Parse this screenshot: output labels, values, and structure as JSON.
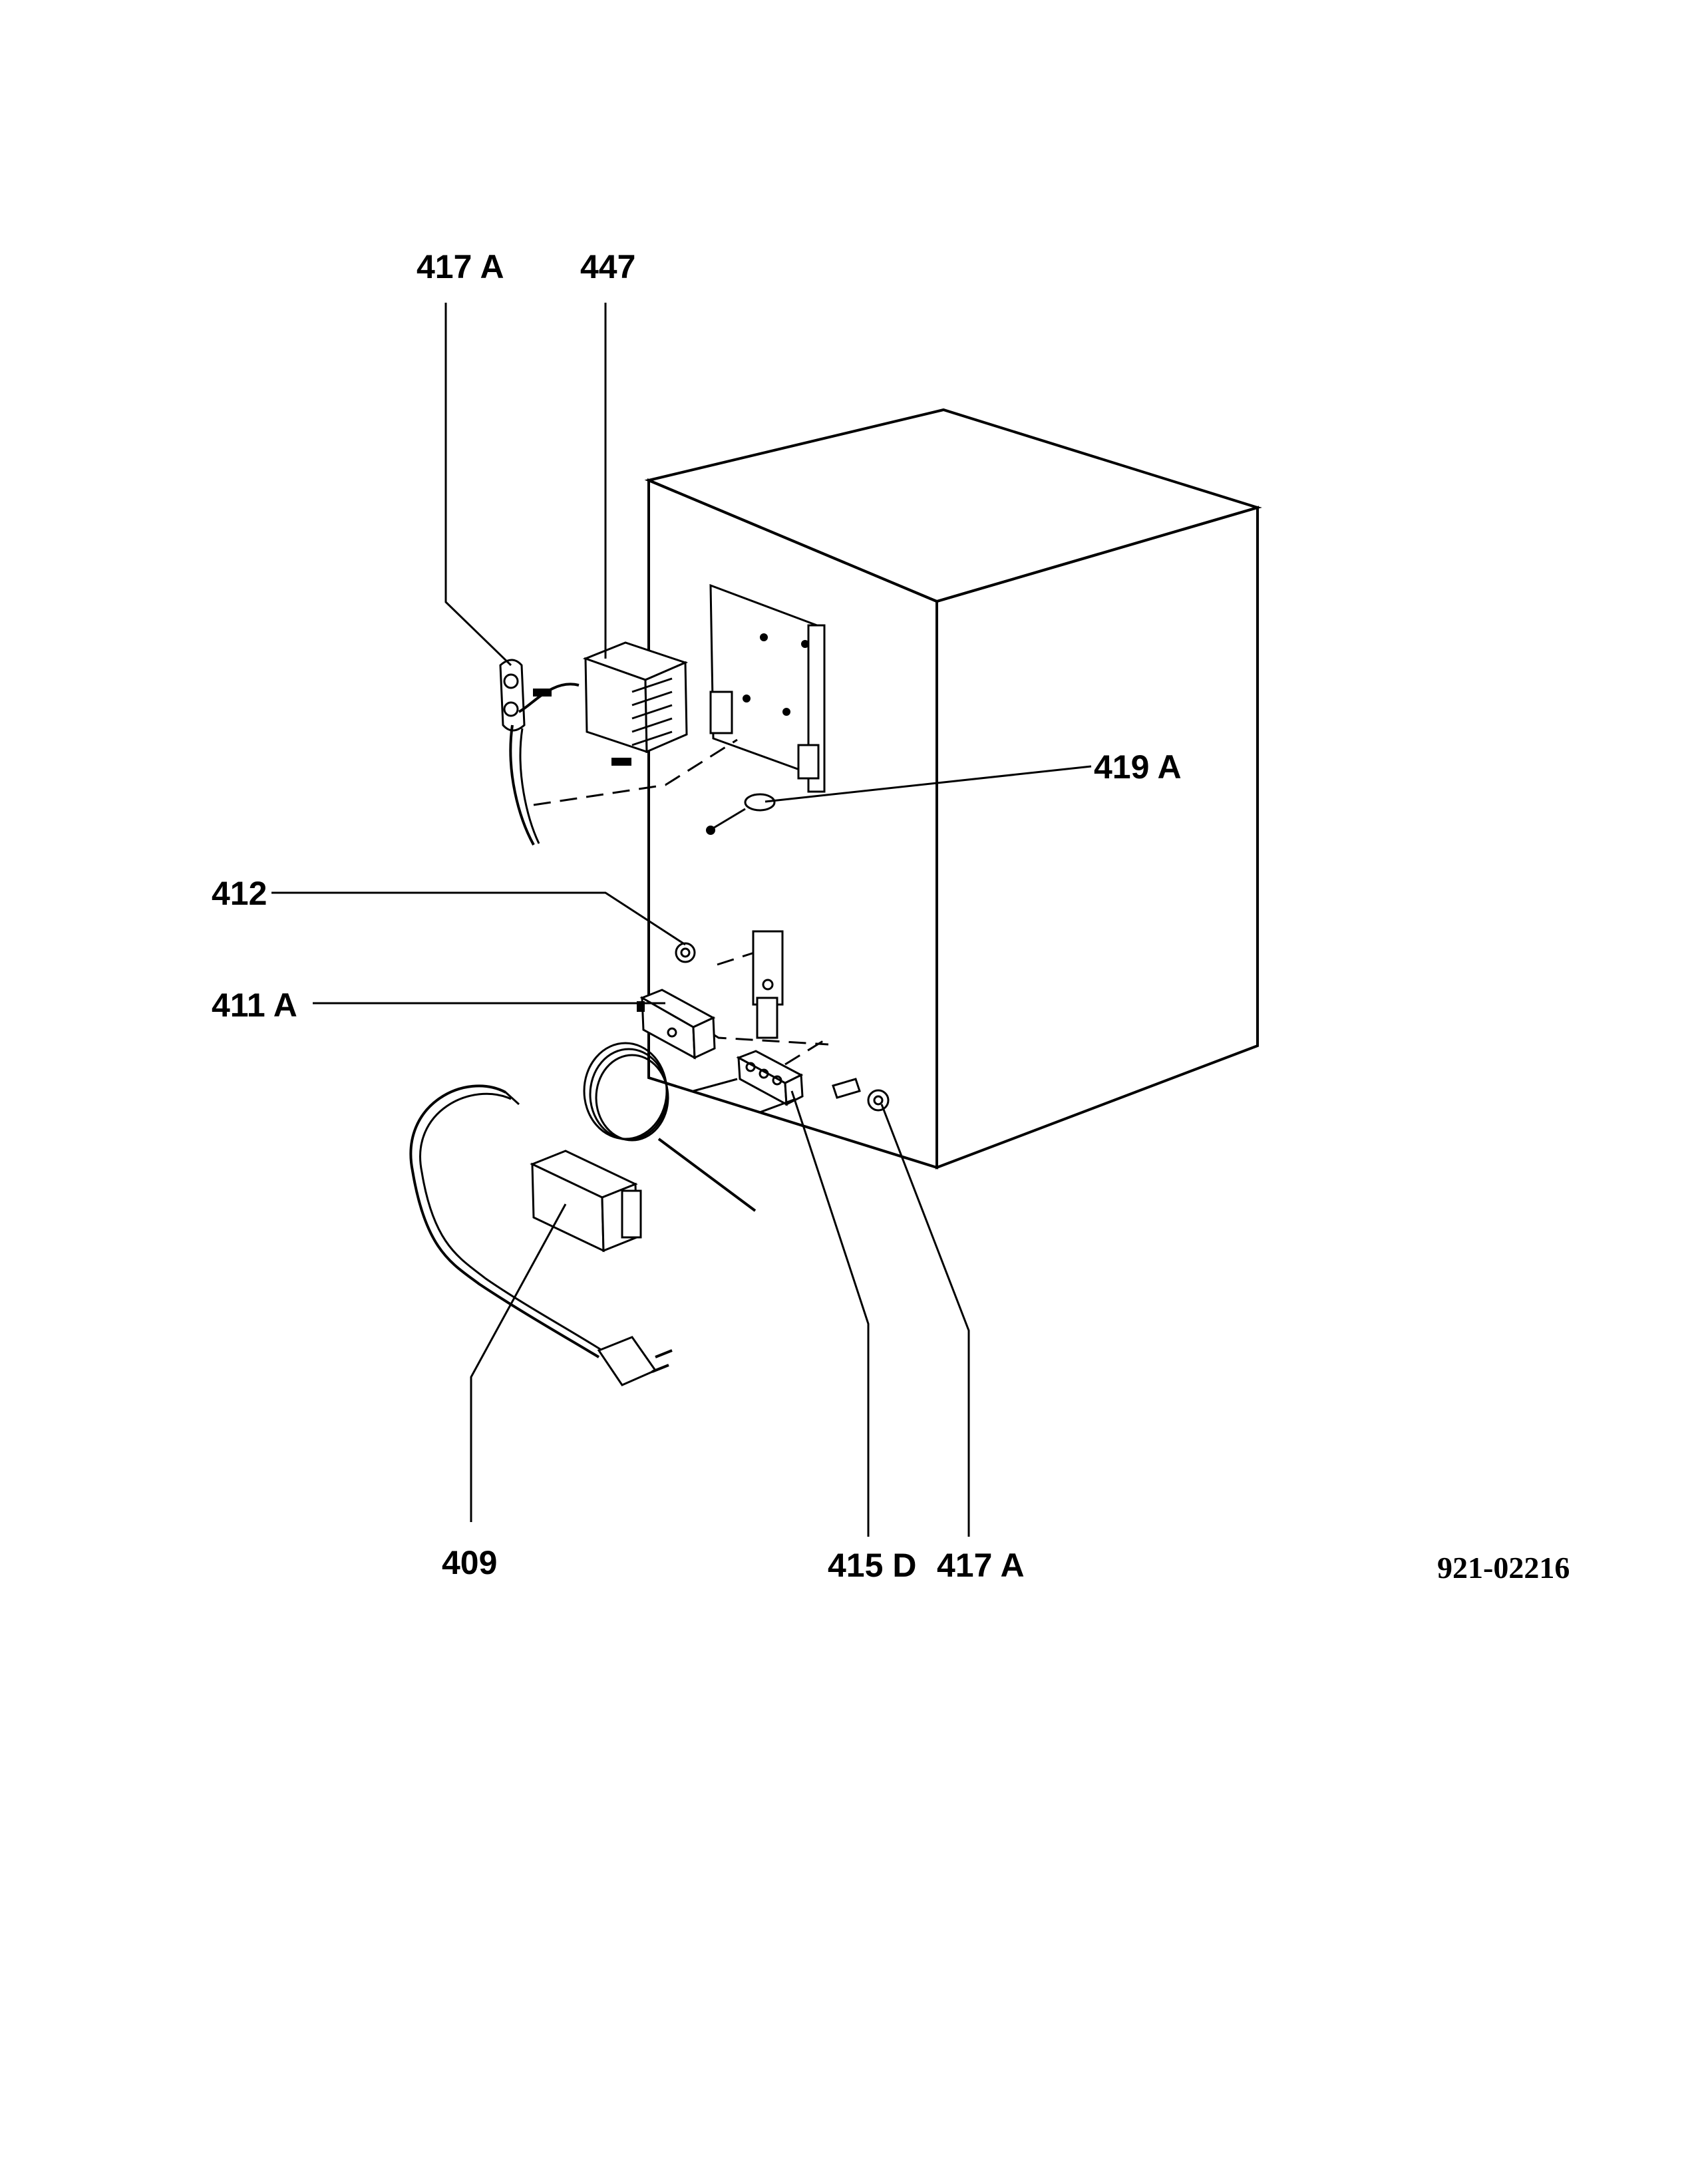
{
  "labels": {
    "label_417a_top": "417 A",
    "label_447": "447",
    "label_419a": "419 A",
    "label_412": "412",
    "label_411a": "411 A",
    "label_409": "409",
    "label_415d": "415 D",
    "label_417a_bottom": "417 A"
  },
  "document_number": "921-02216"
}
